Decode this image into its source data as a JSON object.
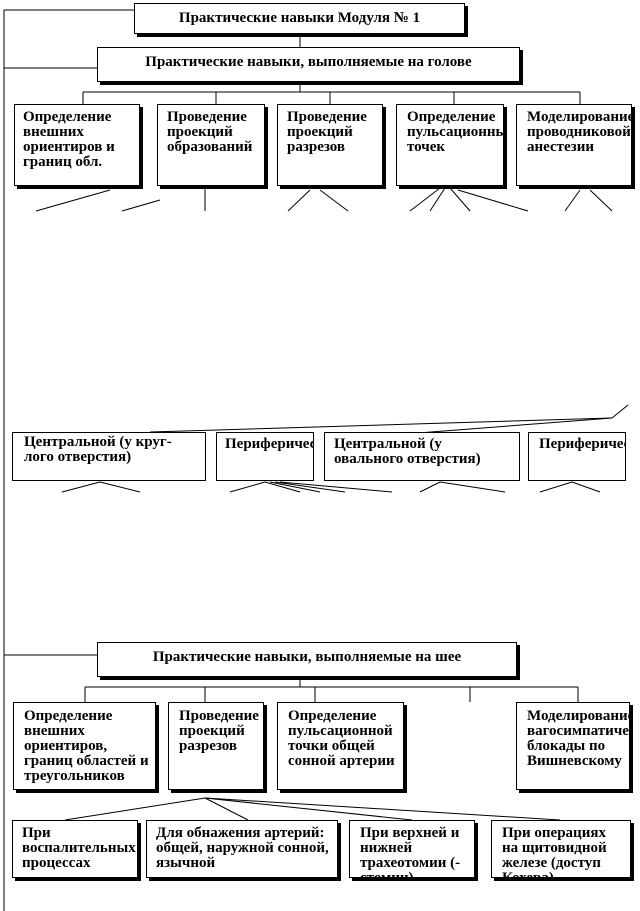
{
  "title": "Практические навыки Модуля № 1",
  "head": {
    "heading": "Практические навыки, выполняемые на голове",
    "skills": [
      "Определение внешних ориентиров и границ обл.",
      "Проведение проекций образований",
      "Проведение проекций разрезов",
      "Определение пульсационных точек",
      "Моделирование проводниковой анестезии"
    ],
    "subskills": [
      "Центральной (у круг-лого отверстия)",
      "Периферической",
      "Центральной (у овального отверстия)",
      "Периферической"
    ]
  },
  "neck": {
    "heading": "Практические навыки, выполняемые на шее",
    "skills": [
      "Определение внешних ориентиров, границ областей и треугольников",
      "Проведение проекций разрезов",
      "Определение пульсационной точки общей сонной артерии",
      "Моделирование вагосимпатической блокады по Вишневскому"
    ],
    "subskills": [
      "При воспалительных процессах",
      "Для обнажения артерий: общей, наружной сонной, язычной",
      "При верхней и нижней трахеотомии (-стомии)",
      "При операциях на щитовидной железе (доступ Кохера)"
    ]
  }
}
